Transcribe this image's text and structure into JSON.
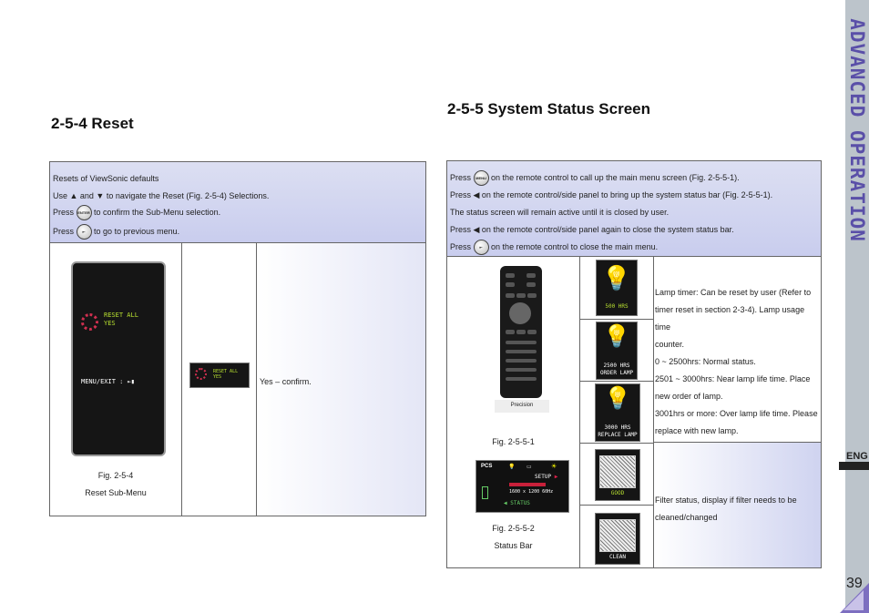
{
  "banner": {
    "title": "ADVANCED OPERATION",
    "language": "ENG",
    "page_number": "39"
  },
  "reset": {
    "heading": "2-5-4 Reset",
    "line1": "Resets of ViewSonic defaults",
    "line2_a": "Use ▲ and ▼ to navigate the Reset (Fig. 2-5-4) Selections.",
    "line3_pre": "Press",
    "line3_post": "to confirm the Sub-Menu selection.",
    "line4_pre": "Press",
    "line4_post": "to go to previous menu.",
    "enter_btn": "ENTER",
    "screen": {
      "item1": "RESET ALL",
      "item2": "YES",
      "footer": "MENU/EXIT :"
    },
    "fig_caption": "Fig. 2-5-4",
    "fig_subcaption": "Reset Sub-Menu",
    "small": {
      "item1": "RESET ALL",
      "item2": "YES"
    },
    "action": "Yes – confirm."
  },
  "status": {
    "heading": "2-5-5 System Status Screen",
    "l1_pre": "Press",
    "l1_post": "on the remote control to call up the main menu screen (Fig. 2-5-5-1).",
    "l2": "Press ◀ on the remote control/side panel to bring up the system status bar (Fig. 2-5-5-1).",
    "l3": "The status screen will remain active until it is closed by user.",
    "l4": "Press ◀ on the remote control/side panel again to close the system status bar.",
    "l5_pre": "Press",
    "l5_post": "on the remote control to close the main menu.",
    "menu_btn": "MENU",
    "remote_brand": "Precision",
    "fig1_caption": "Fig. 2-5-5-1",
    "fig2_caption": "Fig. 2-5-5-2",
    "fig2_subcaption": "Status Bar",
    "statusbar": {
      "logo": "PCS",
      "setup": "SETUP",
      "resolution": "1600 x 1200 60Hz",
      "status": "STATUS"
    },
    "lamps": [
      {
        "line1": "500 HRS",
        "line2": ""
      },
      {
        "line1": "2500 HRS",
        "line2": "ORDER LAMP"
      },
      {
        "line1": "3000 HRS",
        "line2": "REPLACE LAMP"
      }
    ],
    "filters": [
      {
        "label": "GOOD"
      },
      {
        "label": "CLEAN"
      }
    ],
    "lamp_desc": [
      "Lamp timer: Can be reset by user (Refer to",
      "timer reset in section 2-3-4). Lamp usage time",
      "counter.",
      "0 ~ 2500hrs: Normal status.",
      "2501 ~ 3000hrs: Near lamp life time. Place",
      "new order of lamp.",
      "3001hrs or more: Over lamp life time. Please",
      "replace with new lamp."
    ],
    "filter_desc": [
      "Filter status, display if filter needs to be",
      "cleaned/changed"
    ]
  },
  "colors": {
    "header_bg": "#c9cdee",
    "banner": "#bcc4cb",
    "banner_text": "#5a4fa8",
    "screen_green": "#b8e030",
    "ring": "#d03050"
  }
}
